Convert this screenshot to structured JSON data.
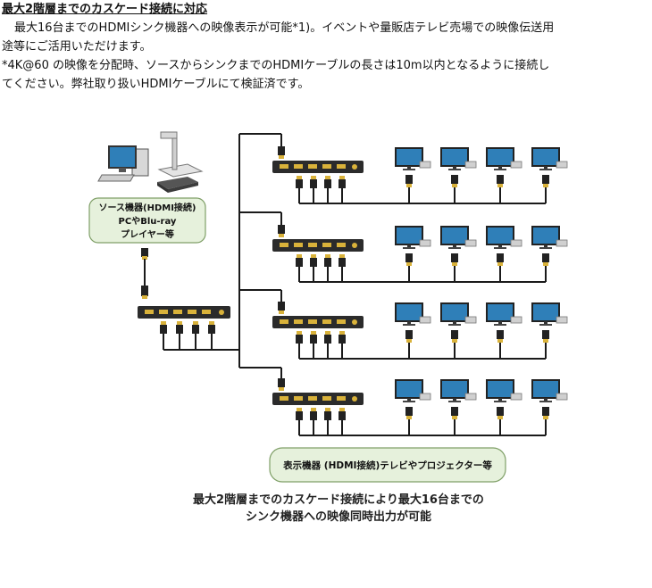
{
  "heading": "最大2階層までのカスケード接続に対応",
  "paragraph1_line1": "最大16台までのHDMIシンク機器への映像表示が可能*1)。イベントや量販店テレビ売場での映像伝送用",
  "paragraph1_line2": "途等にご活用いただけます。",
  "paragraph2_line1": "*4K@60 の映像を分配時、ソースからシンクまでのHDMIケーブルの長さは10m以内となるように接続し",
  "paragraph2_line2": "てください。弊社取り扱いHDMIケーブルにて検証済です。",
  "source_label": {
    "line1": "ソース機器(HDMI接続)",
    "line2": "PCやBlu-ray",
    "line3": "プレイヤー等"
  },
  "sink_label": "表示機器 (HDMI接続)テレビやプロジェクター等",
  "caption": {
    "line1": "最大2階層までのカスケード接続により最大16台までの",
    "line2": "シンク機器への映像同時出力が可能"
  },
  "colors": {
    "label_fill": "#e6f1dc",
    "label_border": "#7f9f67",
    "cable": "#1a1a1a",
    "connector_gold": "#d9b23a",
    "splitter": "#2b2b2b",
    "screen": "#2f7fb8"
  }
}
